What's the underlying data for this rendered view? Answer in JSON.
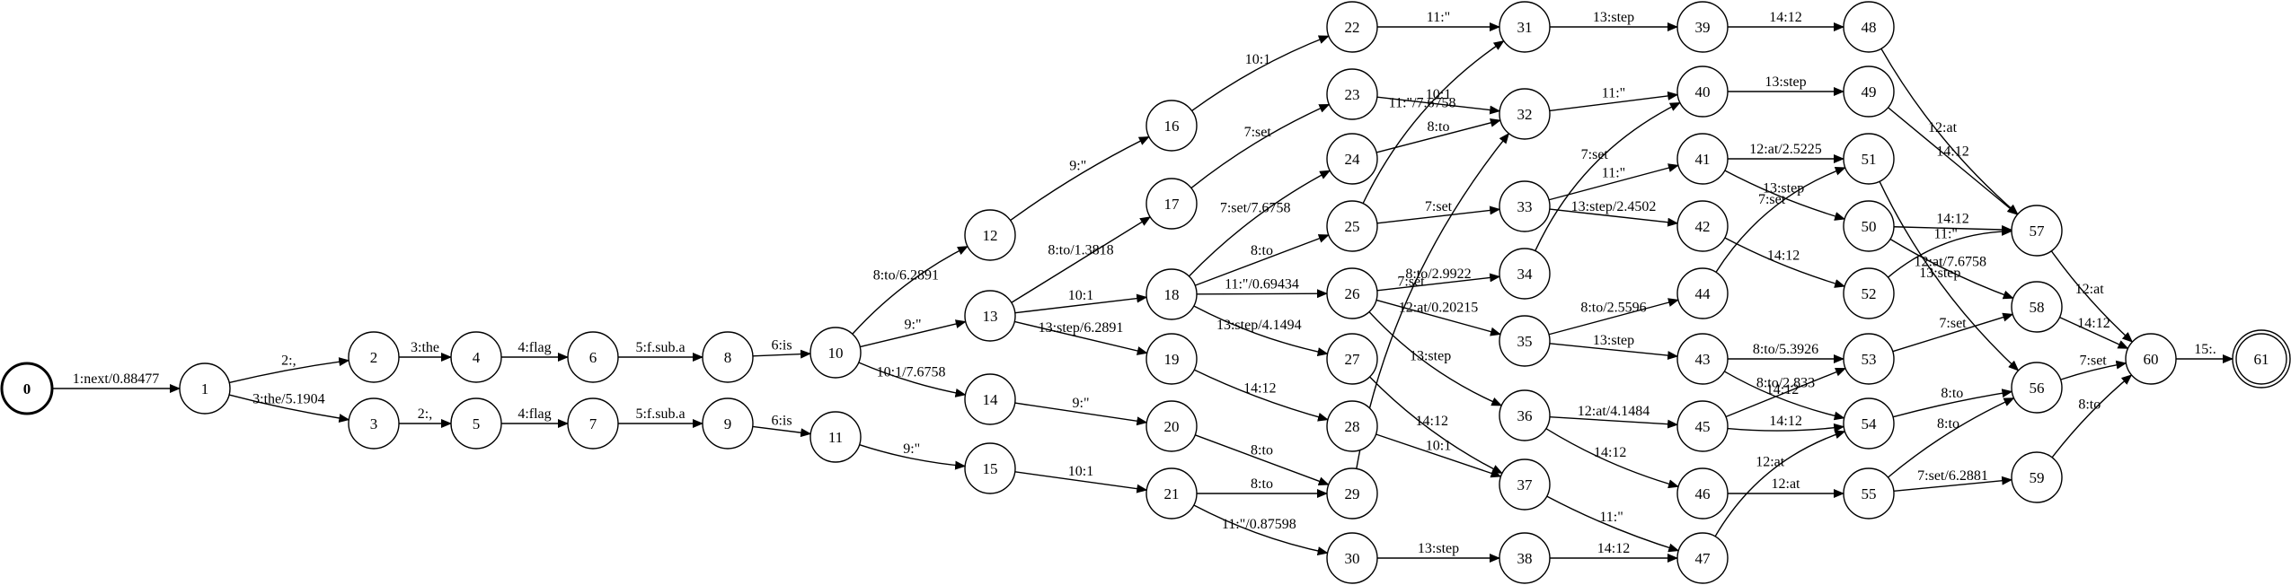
{
  "graph": {
    "start_state": "0",
    "final_states": [
      "61"
    ],
    "states": [
      "0",
      "1",
      "2",
      "3",
      "4",
      "5",
      "6",
      "7",
      "8",
      "9",
      "10",
      "11",
      "12",
      "13",
      "14",
      "15",
      "16",
      "17",
      "18",
      "19",
      "20",
      "21",
      "22",
      "23",
      "24",
      "25",
      "26",
      "27",
      "28",
      "29",
      "30",
      "31",
      "32",
      "33",
      "34",
      "35",
      "36",
      "37",
      "38",
      "39",
      "40",
      "41",
      "42",
      "43",
      "44",
      "45",
      "46",
      "47",
      "48",
      "49",
      "50",
      "51",
      "52",
      "53",
      "54",
      "55",
      "56",
      "57",
      "58",
      "59",
      "60",
      "61"
    ],
    "arcs": [
      {
        "from": "0",
        "to": "1",
        "label": "1:next/0.88477"
      },
      {
        "from": "1",
        "to": "2",
        "label": "2:,"
      },
      {
        "from": "1",
        "to": "3",
        "label": "3:the/5.1904"
      },
      {
        "from": "2",
        "to": "4",
        "label": "3:the"
      },
      {
        "from": "3",
        "to": "5",
        "label": "2:,"
      },
      {
        "from": "4",
        "to": "6",
        "label": "4:flag"
      },
      {
        "from": "5",
        "to": "7",
        "label": "4:flag"
      },
      {
        "from": "6",
        "to": "8",
        "label": "5:f.sub.a"
      },
      {
        "from": "7",
        "to": "9",
        "label": "5:f.sub.a"
      },
      {
        "from": "8",
        "to": "10",
        "label": "6:is"
      },
      {
        "from": "9",
        "to": "11",
        "label": "6:is"
      },
      {
        "from": "10",
        "to": "12",
        "label": "8:to/6.2891"
      },
      {
        "from": "10",
        "to": "13",
        "label": "9:\""
      },
      {
        "from": "10",
        "to": "14",
        "label": "10:1/7.6758"
      },
      {
        "from": "11",
        "to": "15",
        "label": "9:\""
      },
      {
        "from": "12",
        "to": "16",
        "label": "9:\""
      },
      {
        "from": "13",
        "to": "17",
        "label": "8:to/1.3818"
      },
      {
        "from": "13",
        "to": "18",
        "label": "10:1"
      },
      {
        "from": "13",
        "to": "19",
        "label": "13:step/6.2891"
      },
      {
        "from": "14",
        "to": "20",
        "label": "9:\""
      },
      {
        "from": "15",
        "to": "21",
        "label": "10:1"
      },
      {
        "from": "16",
        "to": "22",
        "label": "10:1"
      },
      {
        "from": "17",
        "to": "23",
        "label": "7:set"
      },
      {
        "from": "18",
        "to": "24",
        "label": "7:set/7.6758"
      },
      {
        "from": "18",
        "to": "25",
        "label": "8:to"
      },
      {
        "from": "18",
        "to": "26",
        "label": "11:\"/0.69434"
      },
      {
        "from": "18",
        "to": "27",
        "label": "13:step/4.1494"
      },
      {
        "from": "19",
        "to": "28",
        "label": "14:12"
      },
      {
        "from": "20",
        "to": "29",
        "label": "8:to"
      },
      {
        "from": "21",
        "to": "29",
        "label": "8:to"
      },
      {
        "from": "21",
        "to": "30",
        "label": "11:\"/0.87598"
      },
      {
        "from": "22",
        "to": "31",
        "label": "11:\""
      },
      {
        "from": "23",
        "to": "32",
        "label": "10:1"
      },
      {
        "from": "24",
        "to": "32",
        "label": "8:to"
      },
      {
        "from": "25",
        "to": "31",
        "label": "11:\"/7.6758"
      },
      {
        "from": "25",
        "to": "33",
        "label": "7:set"
      },
      {
        "from": "26",
        "to": "34",
        "label": "8:to/2.9922"
      },
      {
        "from": "26",
        "to": "35",
        "label": "12:at/0.20215"
      },
      {
        "from": "26",
        "to": "36",
        "label": "13:step"
      },
      {
        "from": "27",
        "to": "37",
        "label": "14:12"
      },
      {
        "from": "28",
        "to": "37",
        "label": "10:1"
      },
      {
        "from": "29",
        "to": "32",
        "label": "7:set"
      },
      {
        "from": "30",
        "to": "38",
        "label": "13:step"
      },
      {
        "from": "31",
        "to": "39",
        "label": "13:step"
      },
      {
        "from": "32",
        "to": "40",
        "label": "11:\""
      },
      {
        "from": "33",
        "to": "41",
        "label": "11:\""
      },
      {
        "from": "33",
        "to": "42",
        "label": "13:step/2.4502"
      },
      {
        "from": "34",
        "to": "40",
        "label": "7:set"
      },
      {
        "from": "35",
        "to": "44",
        "label": "8:to/2.5596"
      },
      {
        "from": "35",
        "to": "43",
        "label": "13:step"
      },
      {
        "from": "36",
        "to": "45",
        "label": "12:at/4.1484"
      },
      {
        "from": "36",
        "to": "46",
        "label": "14:12"
      },
      {
        "from": "37",
        "to": "47",
        "label": "11:\""
      },
      {
        "from": "38",
        "to": "47",
        "label": "14:12"
      },
      {
        "from": "39",
        "to": "48",
        "label": "14:12"
      },
      {
        "from": "40",
        "to": "49",
        "label": "13:step"
      },
      {
        "from": "41",
        "to": "51",
        "label": "12:at/2.5225"
      },
      {
        "from": "41",
        "to": "50",
        "label": "13:step"
      },
      {
        "from": "42",
        "to": "52",
        "label": "14:12"
      },
      {
        "from": "43",
        "to": "53",
        "label": "8:to/5.3926"
      },
      {
        "from": "43",
        "to": "54",
        "label": "14:12"
      },
      {
        "from": "44",
        "to": "51",
        "label": "7:set"
      },
      {
        "from": "45",
        "to": "53",
        "label": "8:to/2.833"
      },
      {
        "from": "45",
        "to": "54",
        "label": "14:12"
      },
      {
        "from": "46",
        "to": "55",
        "label": "12:at"
      },
      {
        "from": "47",
        "to": "54",
        "label": "12:at"
      },
      {
        "from": "48",
        "to": "57",
        "label": "12:at"
      },
      {
        "from": "49",
        "to": "57",
        "label": "14:12"
      },
      {
        "from": "50",
        "to": "57",
        "label": "14:12"
      },
      {
        "from": "50",
        "to": "58",
        "label": "12:at/7.6758"
      },
      {
        "from": "51",
        "to": "56",
        "label": "13:step"
      },
      {
        "from": "52",
        "to": "57",
        "label": "11:\""
      },
      {
        "from": "53",
        "to": "58",
        "label": "7:set"
      },
      {
        "from": "54",
        "to": "56",
        "label": "8:to"
      },
      {
        "from": "55",
        "to": "56",
        "label": "8:to"
      },
      {
        "from": "55",
        "to": "59",
        "label": "7:set/6.2881"
      },
      {
        "from": "56",
        "to": "60",
        "label": "7:set"
      },
      {
        "from": "57",
        "to": "60",
        "label": "12:at"
      },
      {
        "from": "58",
        "to": "60",
        "label": "14:12"
      },
      {
        "from": "59",
        "to": "60",
        "label": "8:to"
      },
      {
        "from": "60",
        "to": "61",
        "label": "15:."
      }
    ]
  }
}
